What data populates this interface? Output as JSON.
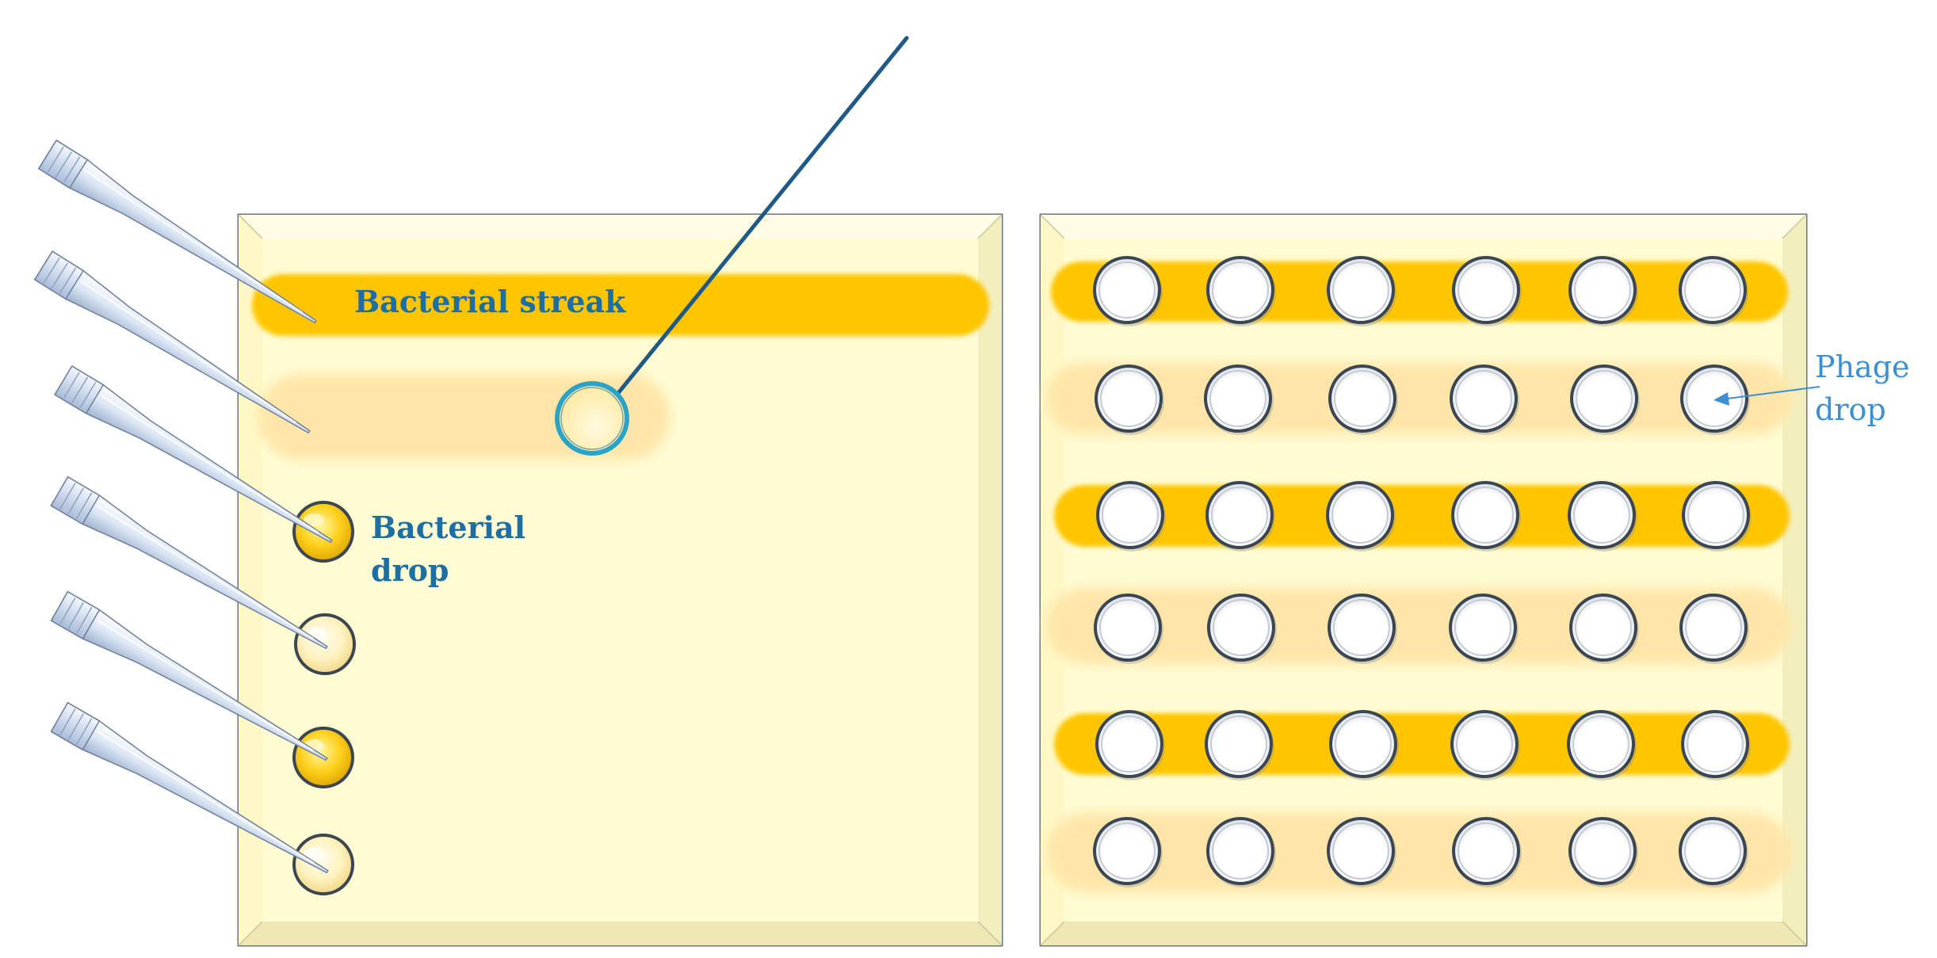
{
  "labels": {
    "bacterial_streak": "Bacterial streak",
    "bacterial_drop_line1": "Bacterial",
    "bacterial_drop_line2": "drop",
    "phage_drop_line1": "Phage",
    "phage_drop_line2": "drop"
  },
  "colors": {
    "page_background": "#ffffff",
    "plate_agar": "#fffbd3",
    "plate_border": "#6b747c",
    "streak_strong": "#ffc600",
    "streak_faint": "#ffe6a8",
    "label_dark_blue": "#1d6fa3",
    "label_light_blue": "#3d8fd4",
    "loop_wire": "#1f5a86",
    "loop_ring": "#2aa3c9",
    "drop_yellow": "#ffd21e",
    "phage_ring": "#3a4654"
  },
  "icons": {
    "pipette_tip": "pipette-tip-icon",
    "inoculation_loop": "inoculation-loop-icon"
  },
  "left_plate": {
    "pipette_count": 6,
    "bacterial_drop_count": 4
  },
  "right_plate": {
    "streak_rows": 6,
    "drops_per_row": 6
  }
}
